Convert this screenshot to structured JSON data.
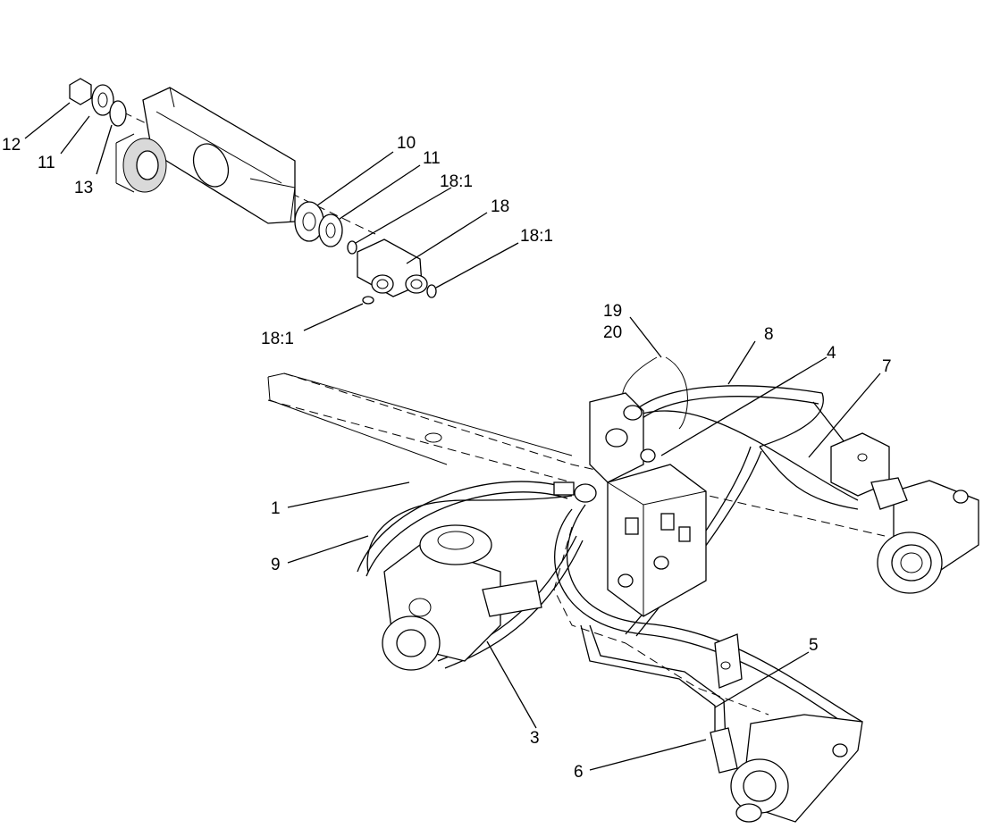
{
  "callouts": {
    "c1": "1",
    "c3": "3",
    "c4": "4",
    "c5": "5",
    "c6": "6",
    "c7": "7",
    "c8": "8",
    "c9": "9",
    "c10": "10",
    "c11a": "11",
    "c11b": "11",
    "c12": "12",
    "c13": "13",
    "c18": "18",
    "c18_1a": "18:1",
    "c18_1b": "18:1",
    "c18_1c": "18:1",
    "c19": "19",
    "c20": "20"
  }
}
